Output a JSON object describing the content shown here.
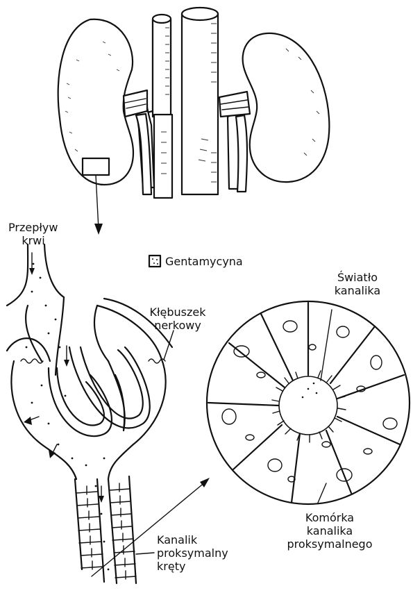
{
  "labels": {
    "blood_flow": [
      "Przepływ",
      "krwi"
    ],
    "legend": "Gentamycyna",
    "lumen": [
      "Światło",
      "kanalika"
    ],
    "glomerulus": [
      "Kłębuszek",
      "nerkowy"
    ],
    "tubule_cell": [
      "Komórka",
      "kanalika",
      "proksymalnego"
    ],
    "proximal_tubule": [
      "Kanalik",
      "proksymalny",
      "kręty"
    ]
  },
  "colors": {
    "ink": "#111111",
    "paper": "#ffffff"
  }
}
